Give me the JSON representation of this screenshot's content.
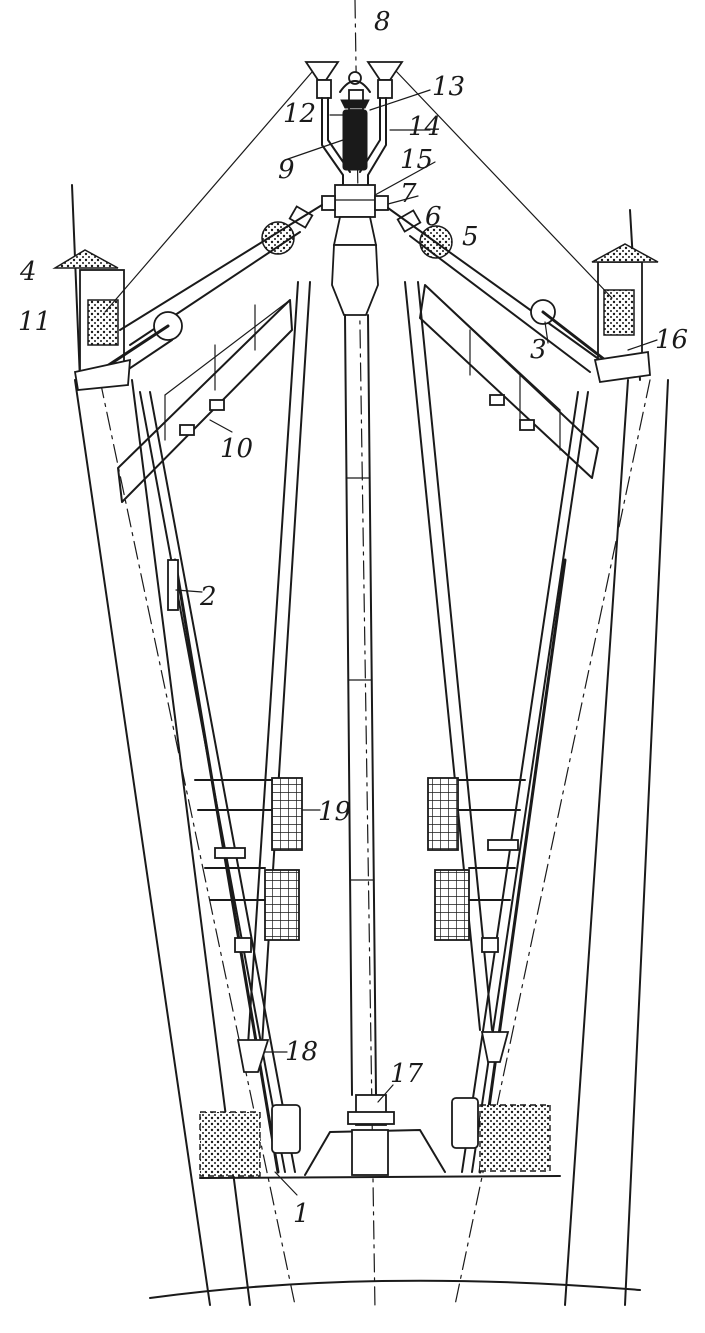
{
  "callouts": {
    "c1": "1",
    "c2": "2",
    "c3": "3",
    "c4": "4",
    "c5": "5",
    "c6": "6",
    "c7": "7",
    "c8": "8",
    "c9": "9",
    "c10": "10",
    "c11": "11",
    "c12": "12",
    "c13": "13",
    "c14": "14",
    "c15": "15",
    "c16": "16",
    "c17": "17",
    "c18": "18",
    "c19": "19"
  },
  "style": {
    "ink": "#1a1a1a",
    "paper": "#ffffff"
  }
}
